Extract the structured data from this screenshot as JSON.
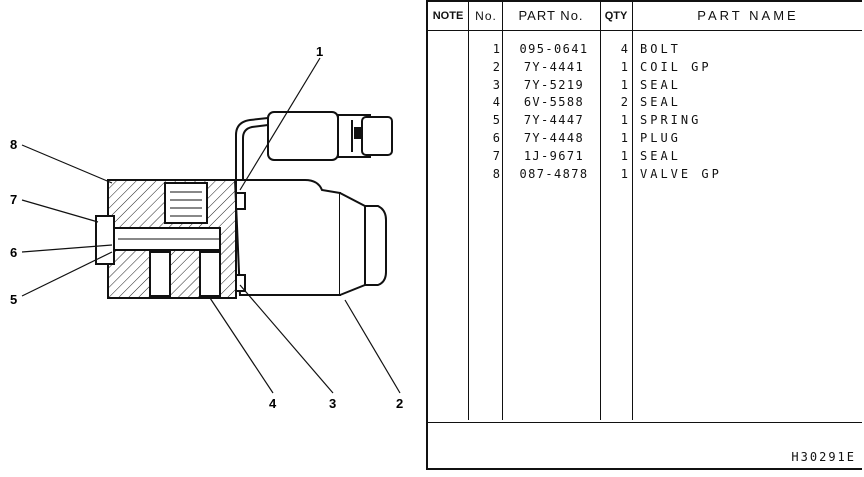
{
  "table": {
    "headers": {
      "note": "NOTE",
      "no": "No.",
      "part_no": "PART No.",
      "qty": "QTY",
      "part_name": "PART NAME"
    },
    "rows": [
      {
        "no": "1",
        "part_no": "095-0641",
        "qty": "4",
        "name": "BOLT"
      },
      {
        "no": "2",
        "part_no": "7Y-4441",
        "qty": "1",
        "name": "COIL GP"
      },
      {
        "no": "3",
        "part_no": "7Y-5219",
        "qty": "1",
        "name": "SEAL"
      },
      {
        "no": "4",
        "part_no": "6V-5588",
        "qty": "2",
        "name": "SEAL"
      },
      {
        "no": "5",
        "part_no": "7Y-4447",
        "qty": "1",
        "name": "SPRING"
      },
      {
        "no": "6",
        "part_no": "7Y-4448",
        "qty": "1",
        "name": "PLUG"
      },
      {
        "no": "7",
        "part_no": "1J-9671",
        "qty": "1",
        "name": "SEAL"
      },
      {
        "no": "8",
        "part_no": "087-4878",
        "qty": "1",
        "name": "VALVE GP"
      }
    ],
    "drawing_code": "H30291E"
  },
  "callouts": [
    "1",
    "2",
    "3",
    "4",
    "5",
    "6",
    "7",
    "8"
  ]
}
